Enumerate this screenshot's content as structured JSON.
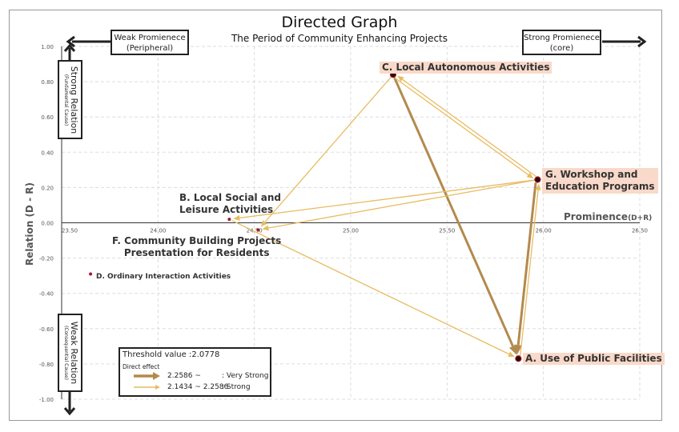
{
  "header": {
    "title": "Directed Graph",
    "subtitle": "The Period of Community Enhancing Projects"
  },
  "annotations": {
    "weak_prominence": [
      "Weak Promienece",
      "(Peripheral)"
    ],
    "strong_prominence": [
      "Strong Promienece",
      "(core)"
    ],
    "strong_relation": [
      "Strong Relation",
      "(Fundamental Cause)"
    ],
    "weak_relation": [
      "Weak Relation",
      "(Consequential Cause)"
    ]
  },
  "legend": {
    "threshold": "Threshold value :2.0778",
    "heading": "Direct effect",
    "items": [
      {
        "range": "2.2586 ~",
        "label": ":  Very Strong",
        "color": "#b38a4e"
      },
      {
        "range": "2.1434 ~ 2.2586",
        "label": ":  Strong",
        "color": "#e8bc62"
      }
    ]
  },
  "chart_data": {
    "type": "scatter",
    "title": "Directed Graph",
    "subtitle": "The Period of Community Enhancing Projects",
    "xlabel": "Prominence",
    "xlabel_suffix": "(D+R)",
    "ylabel": "Relation (D - R)",
    "xlim": [
      23.5,
      26.5
    ],
    "ylim": [
      -1.0,
      1.0
    ],
    "grid": true,
    "x_ticks": [
      "23.50",
      "24.00",
      "24.50",
      "25.00",
      "25.50",
      "26.00",
      "26.50"
    ],
    "y_ticks": [
      "1.00",
      "0.80",
      "0.60",
      "0.40",
      "0.20",
      "0.00",
      "-0.20",
      "-0.40",
      "-0.60",
      "-0.80",
      "-1.00"
    ],
    "nodes": [
      {
        "id": "A",
        "label": "A. Use of Public Facilities",
        "x": 25.87,
        "y": -0.77,
        "highlight": true
      },
      {
        "id": "B",
        "label": "B. Local Social and\nLeisure Activities",
        "x": 24.37,
        "y": 0.02,
        "highlight": false
      },
      {
        "id": "C",
        "label": "C. Local Autonomous Activities",
        "x": 25.22,
        "y": 0.84,
        "highlight": true
      },
      {
        "id": "D",
        "label": "D. Ordinary Interaction Activities",
        "x": 23.65,
        "y": -0.29,
        "highlight": false
      },
      {
        "id": "F",
        "label": "F. Community Building Projects\nPresentation for Residents",
        "x": 24.52,
        "y": -0.04,
        "highlight": false
      },
      {
        "id": "G",
        "label": "G. Workshop and\nEducation Programs",
        "x": 25.97,
        "y": 0.245,
        "highlight": true
      }
    ],
    "edges": [
      {
        "from": "C",
        "to": "A",
        "strength": "Very Strong"
      },
      {
        "from": "G",
        "to": "A",
        "strength": "Very Strong"
      },
      {
        "from": "A",
        "to": "G",
        "strength": "Strong"
      },
      {
        "from": "C",
        "to": "G",
        "strength": "Strong"
      },
      {
        "from": "G",
        "to": "C",
        "strength": "Strong"
      },
      {
        "from": "G",
        "to": "B",
        "strength": "Strong"
      },
      {
        "from": "G",
        "to": "F",
        "strength": "Strong"
      },
      {
        "from": "C",
        "to": "F",
        "strength": "Strong"
      },
      {
        "from": "B",
        "to": "A",
        "strength": "Strong"
      }
    ],
    "colors": {
      "very_strong": "#b38a4e",
      "strong": "#e8bc62",
      "node": "#a0182a",
      "highlight": "#f9d9c9"
    }
  }
}
